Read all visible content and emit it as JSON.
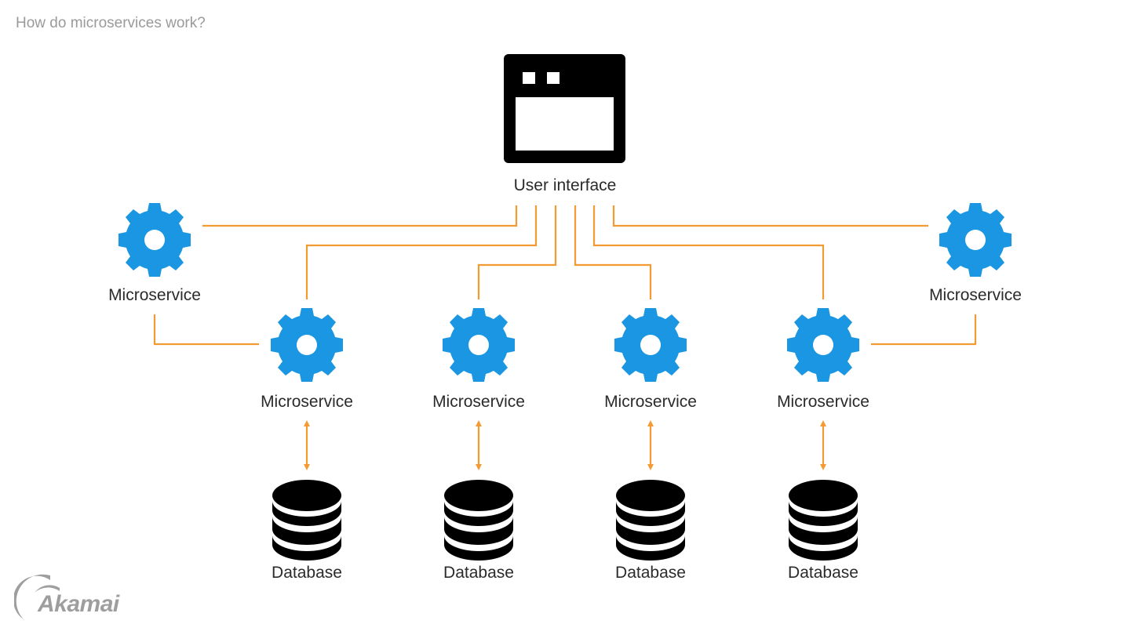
{
  "title": "How do microservices work?",
  "colors": {
    "connector": "#f39a32",
    "gear": "#1a96e2",
    "icon_dark": "#000000",
    "title": "#9a9a9a",
    "logo": "#9e9e9e"
  },
  "nodes": {
    "ui": {
      "label": "User interface",
      "icon": "browser-window-icon"
    },
    "outer_left": {
      "label": "Microservice",
      "icon": "gear-icon"
    },
    "outer_right": {
      "label": "Microservice",
      "icon": "gear-icon"
    },
    "inner": [
      {
        "label": "Microservice",
        "icon": "gear-icon",
        "db_label": "Database"
      },
      {
        "label": "Microservice",
        "icon": "gear-icon",
        "db_label": "Database"
      },
      {
        "label": "Microservice",
        "icon": "gear-icon",
        "db_label": "Database"
      },
      {
        "label": "Microservice",
        "icon": "gear-icon",
        "db_label": "Database"
      }
    ]
  },
  "logo": {
    "text": "Akamai"
  }
}
